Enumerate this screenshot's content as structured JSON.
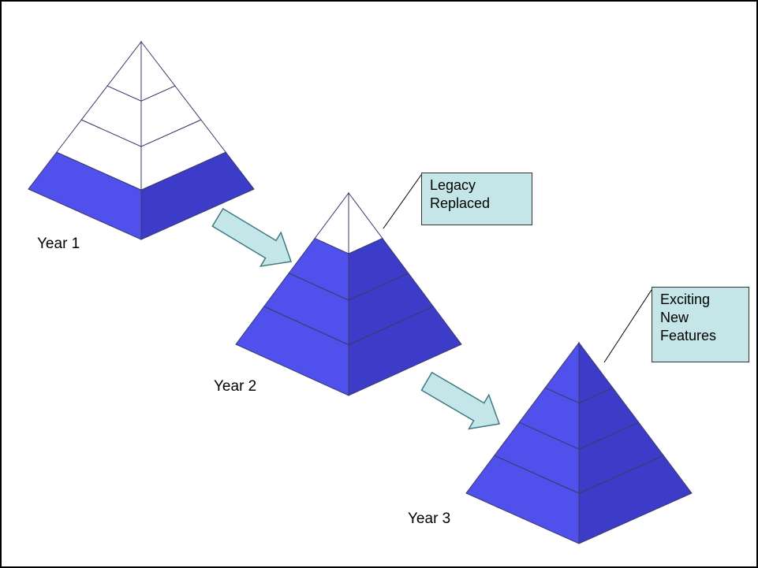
{
  "diagram": {
    "colors": {
      "frame": "#000000",
      "filled_left_face": "#5050ec",
      "filled_right_face": "#3c3cc8",
      "empty_face": "#ffffff",
      "edge_lines": "#3a3a6a",
      "arrow_fill": "#c5e6e8",
      "arrow_stroke": "#3d7a82",
      "callout_fill": "#c5e6e8"
    },
    "pyramids": [
      {
        "label": "Year 1",
        "layers": 4,
        "filled_layers": 1
      },
      {
        "label": "Year 2",
        "layers": 4,
        "filled_layers": 3
      },
      {
        "label": "Year 3",
        "layers": 4,
        "filled_layers": 4
      }
    ],
    "callouts": [
      {
        "lines": [
          "Legacy",
          "Replaced"
        ]
      },
      {
        "lines": [
          "Exciting",
          "New",
          "Features"
        ]
      }
    ]
  }
}
